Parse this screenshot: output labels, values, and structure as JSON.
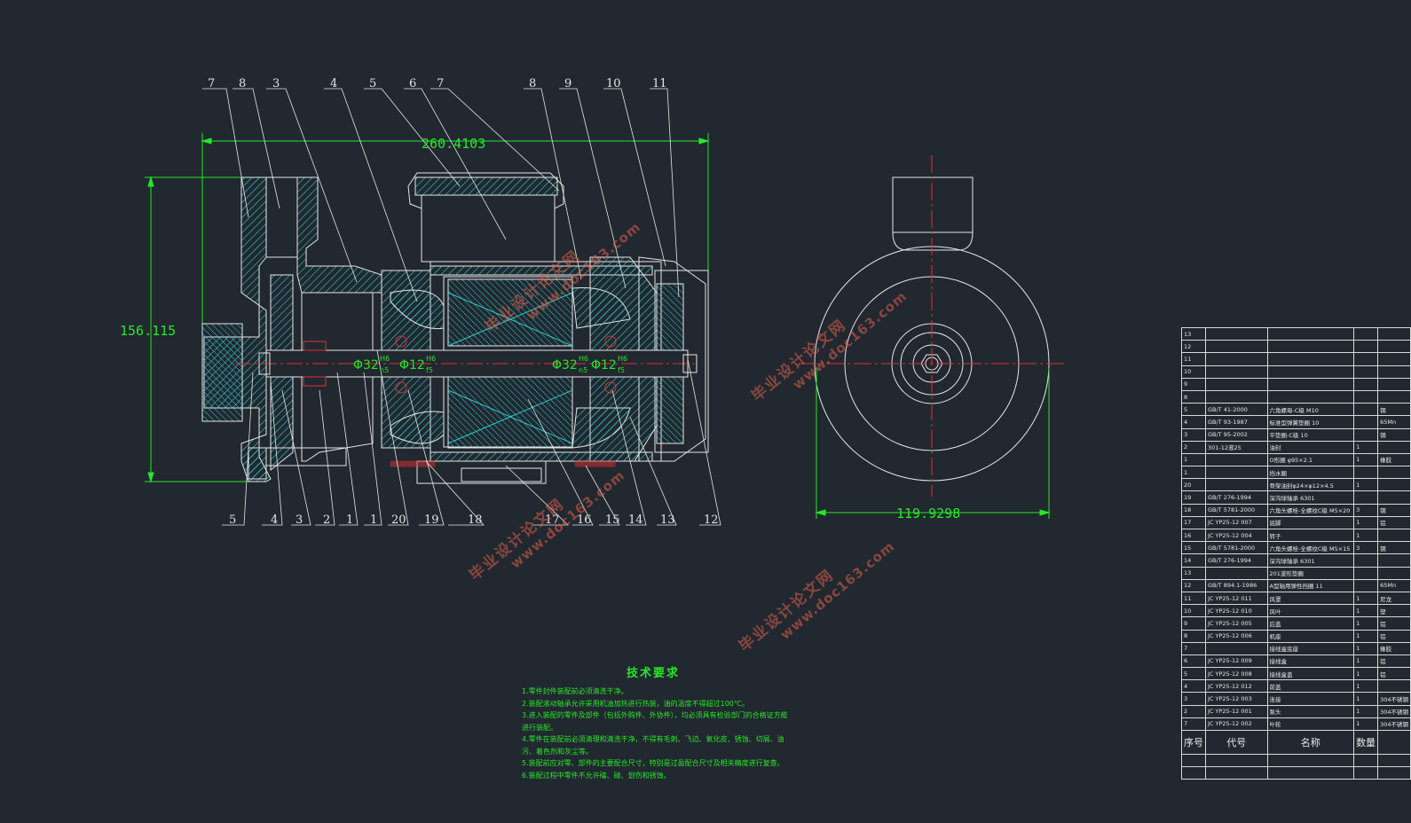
{
  "drawing": {
    "dimensions": {
      "overall_length": "260.4103",
      "overall_height": "156.115",
      "end_view_width": "119.9298",
      "fit_phi32": "Φ32",
      "fit_phi12": "Φ12",
      "fit_h6": "H6",
      "fit_n5": "n5",
      "fit_f5": "f5"
    },
    "balloons_top": [
      "7",
      "8",
      "3",
      "4",
      "5",
      "6",
      "7",
      "8",
      "9",
      "10",
      "11"
    ],
    "balloons_bottom": [
      "5",
      "4",
      "3",
      "2",
      "1",
      "1",
      "20",
      "19",
      "18",
      "17",
      "16",
      "15",
      "14",
      "13",
      "12"
    ]
  },
  "technical_requirements": {
    "title": "技术要求",
    "items": [
      "1.零件封件装配前必须清洗干净。",
      "2.装配滚动轴承允许采用机油加热进行热装，油的温度不得超过100℃。",
      "3.进入装配的零件及部件（包括外购件、外协件），均必须具有检验部门的合格证方能进行装配。",
      "4.零件在装配前必须清理和清洗干净，不得有毛刺、飞边、氧化皮、锈蚀、切屑、油污、着色剂和灰尘等。",
      "5.装配前应对零、部件的主要配合尺寸，特别是过盈配合尺寸及相关精度进行复查。",
      "6.装配过程中零件不允许磕、碰、划伤和锈蚀。"
    ]
  },
  "bom": {
    "rows": [
      [
        "13",
        "",
        "",
        "",
        ""
      ],
      [
        "12",
        "",
        "",
        "",
        ""
      ],
      [
        "11",
        "",
        "",
        "",
        ""
      ],
      [
        "10",
        "",
        "",
        "",
        ""
      ],
      [
        "9",
        "",
        "",
        "",
        ""
      ],
      [
        "8",
        "",
        "",
        "",
        ""
      ],
      [
        "5",
        "GB/T 41-2000",
        "六角螺母-C级 M10",
        "",
        "钢"
      ],
      [
        "4",
        "GB/T 93-1987",
        "标准型弹簧垫圈 10",
        "",
        "65Mn"
      ],
      [
        "3",
        "GB/T 95-2002",
        "平垫圈-C级 10",
        "",
        "钢"
      ],
      [
        "2",
        "301-12液25",
        "油封",
        "1",
        ""
      ],
      [
        "1",
        "",
        "O形圈 φ95×2.1",
        "1",
        "橡胶"
      ],
      [
        "1",
        "",
        "挡水圈",
        "",
        ""
      ],
      [
        "20",
        "",
        "骨架油封φ24×φ12×4.5",
        "1",
        ""
      ],
      [
        "19",
        "GB/T 276-1994",
        "深沟球轴承 6301",
        "",
        ""
      ],
      [
        "18",
        "GB/T 5781-2000",
        "六角头螺栓-全螺纹C级 M5×20",
        "3",
        "钢"
      ],
      [
        "17",
        "JC YP25-12 007",
        "底脚",
        "1",
        "铝"
      ],
      [
        "16",
        "JC YP25-12 004",
        "转子",
        "1",
        ""
      ],
      [
        "15",
        "GB/T 5781-2000",
        "六角头螺栓-全螺纹C级 M5×15",
        "3",
        "钢"
      ],
      [
        "14",
        "GB/T 276-1994",
        "深沟球轴承 6301",
        "",
        ""
      ],
      [
        "13",
        "",
        "201波形垫圈",
        "",
        ""
      ],
      [
        "12",
        "GB/T 894.1-1986",
        "A型轴用弹性挡圈 11",
        "",
        "65Mn"
      ],
      [
        "11",
        "JC YP25-12 011",
        "风罩",
        "1",
        "尼龙"
      ],
      [
        "10",
        "JC YP25-12 010",
        "风叶",
        "1",
        "塑"
      ],
      [
        "9",
        "JC YP25-12 005",
        "后盖",
        "1",
        "铝"
      ],
      [
        "8",
        "JC YP25-12 006",
        "机座",
        "1",
        "铝"
      ],
      [
        "7",
        "",
        "接线盒底座",
        "1",
        "橡胶"
      ],
      [
        "6",
        "JC YP25-12 009",
        "接线盒",
        "1",
        "铝"
      ],
      [
        "5",
        "JC YP25-12 008",
        "接线盒盖",
        "1",
        "铝"
      ],
      [
        "4",
        "JC YP25-12 012",
        "前盖",
        "1",
        ""
      ],
      [
        "3",
        "JC YP25-12 003",
        "连接",
        "1",
        "304不锈钢"
      ],
      [
        "2",
        "JC YP25-12 001",
        "泵头",
        "1",
        "304不锈钢"
      ],
      [
        "7",
        "JC YP25-12 002",
        "叶轮",
        "1",
        "304不锈钢"
      ]
    ],
    "header": [
      "序号",
      "代号",
      "名称",
      "数量",
      ""
    ]
  },
  "watermark": {
    "line1": "毕业设计论文网",
    "line2": "www.doc163.com"
  },
  "colors": {
    "background": "#212830",
    "line": "#e6e6e6",
    "hatch": "#2fcfcf",
    "dimension": "#28e628",
    "centerline": "#e03030",
    "bearing": "#e03030",
    "watermark": "#e0604a"
  }
}
